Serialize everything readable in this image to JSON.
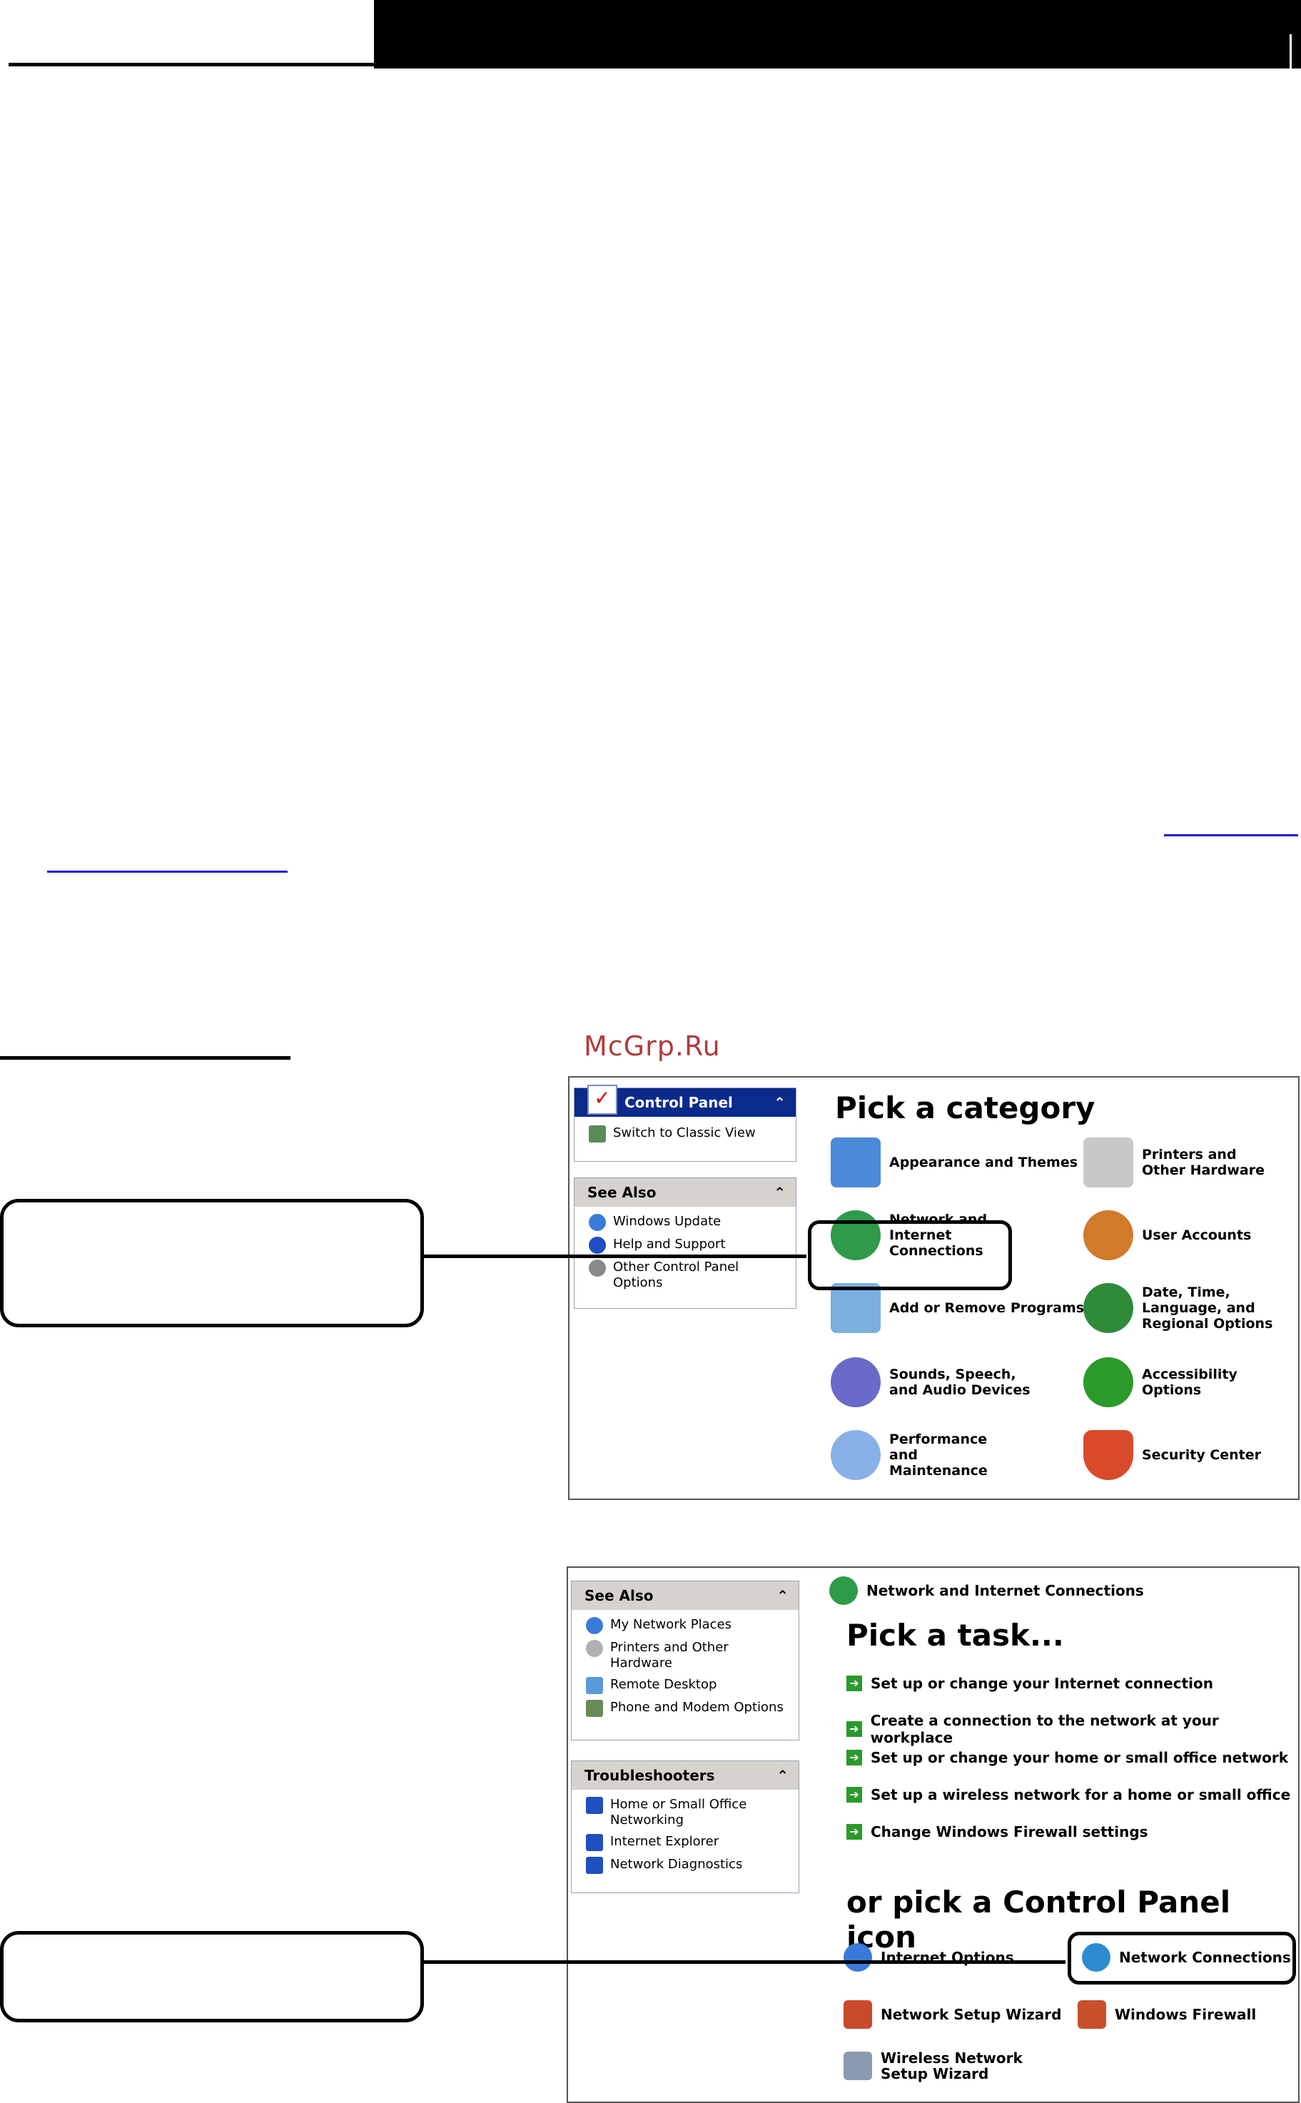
{
  "watermark": "McGrp.Ru",
  "cp1": {
    "sidebar_title": "Control Panel",
    "switch_view": "Switch to Classic View",
    "see_also_title": "See Also",
    "see_also_items": [
      "Windows Update",
      "Help and Support",
      "Other Control Panel Options"
    ],
    "heading": "Pick a category",
    "categories": [
      "Appearance and Themes",
      "Printers and Other Hardware",
      "Network and Internet Connections",
      "User Accounts",
      "Add or Remove Programs",
      "Date, Time, Language, and Regional Options",
      "Sounds, Speech, and Audio Devices",
      "Accessibility Options",
      "Performance and Maintenance",
      "Security Center"
    ]
  },
  "cp2": {
    "see_also_title": "See Also",
    "see_also_items": [
      "My Network Places",
      "Printers and Other Hardware",
      "Remote Desktop",
      "Phone and Modem Options"
    ],
    "troubleshooters_title": "Troubleshooters",
    "troubleshooter_items": [
      "Home or Small Office Networking",
      "Internet Explorer",
      "Network Diagnostics"
    ],
    "breadcrumb": "Network and Internet Connections",
    "task_heading": "Pick a task...",
    "tasks": [
      "Set up or change your Internet connection",
      "Create a connection to the network at your workplace",
      "Set up or change your home or small office network",
      "Set up a wireless network for a home or small office",
      "Change Windows Firewall settings"
    ],
    "icon_heading": "or pick a Control Panel icon",
    "icons": [
      "Internet Options",
      "Network Connections",
      "Network Setup Wizard",
      "Windows Firewall",
      "Wireless Network Setup Wizard"
    ]
  }
}
